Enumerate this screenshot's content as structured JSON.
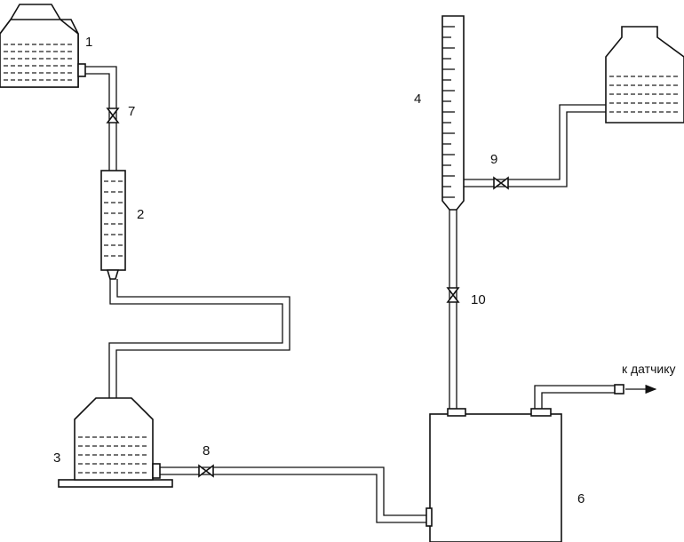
{
  "labels": {
    "vessel_1": "1",
    "column_2": "2",
    "vessel_3": "3",
    "burette_4": "4",
    "block_6": "6",
    "valve_7": "7",
    "valve_8": "8",
    "valve_9": "9",
    "valve_10": "10",
    "sensor_output": "к датчику"
  },
  "colors": {
    "line": "#111111",
    "background": "#ffffff"
  }
}
